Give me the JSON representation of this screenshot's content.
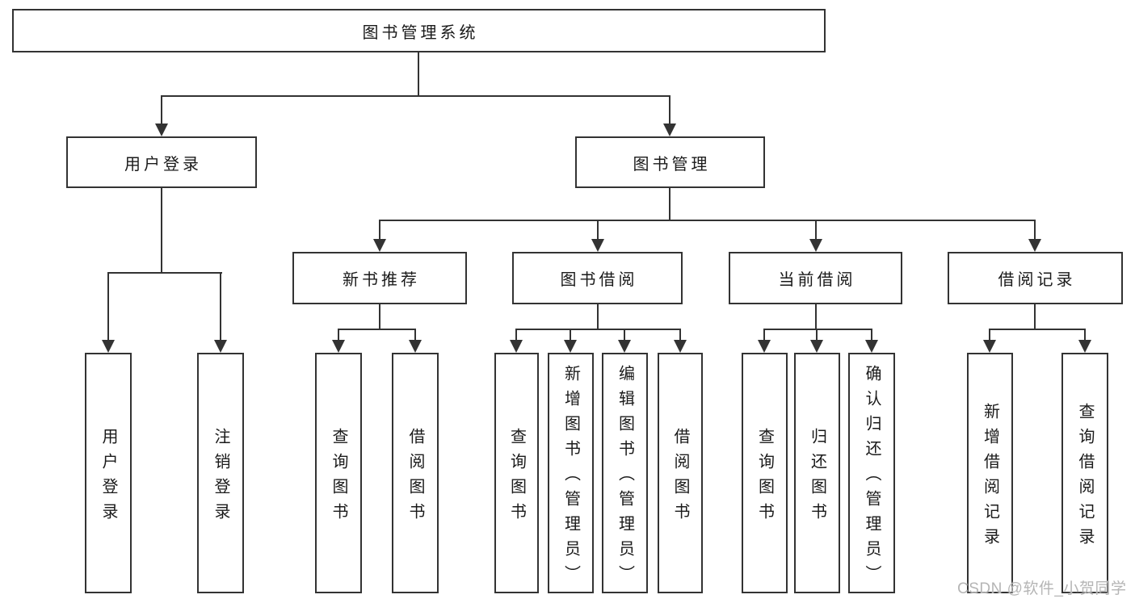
{
  "nodes": {
    "root": "图书管理系统",
    "user_login": "用户登录",
    "book_mgmt": "图书管理",
    "login": "用户登录",
    "logout": "注销登录",
    "new_book_rec": "新书推荐",
    "book_borrow": "图书借阅",
    "current_borrow": "当前借阅",
    "borrow_records": "借阅记录",
    "rec_query_book": "查询图书",
    "rec_borrow_book": "借阅图书",
    "bb_query_book": "查询图书",
    "bb_add_book": "新增图书（管理员）",
    "bb_edit_book": "编辑图书（管理员）",
    "bb_borrow_book": "借阅图书",
    "cb_query_book": "查询图书",
    "cb_return_book": "归还图书",
    "cb_confirm_return": "确认归还（管理员）",
    "br_add_record": "新增借阅记录",
    "br_query_record": "查询借阅记录"
  },
  "watermark": "CSDN @软件_小贺同学",
  "colors": {
    "line": "#333333",
    "box_border": "#333333",
    "box_fill": "#ffffff",
    "text": "#1a1a1a",
    "watermark": "#b5b5b5",
    "background": "#ffffff"
  }
}
